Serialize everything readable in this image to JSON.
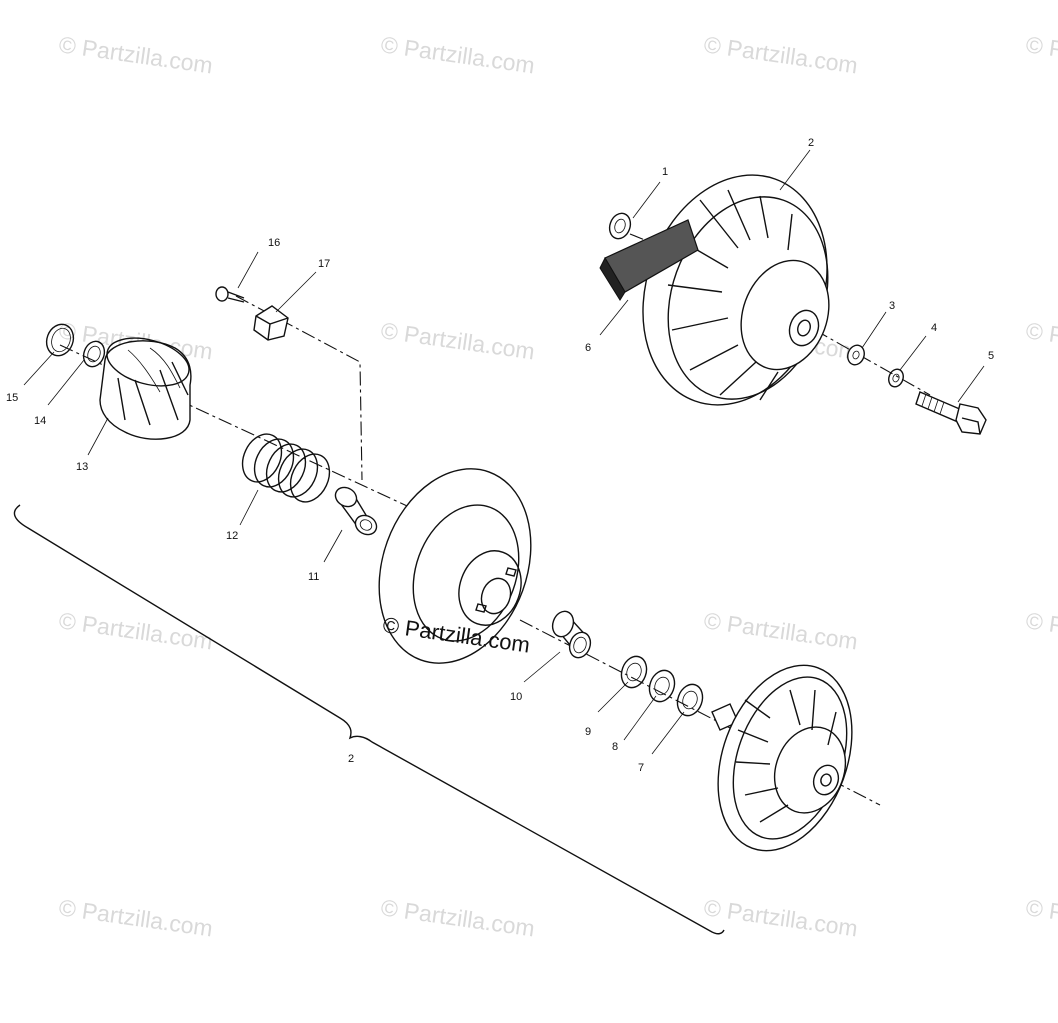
{
  "watermark": {
    "text": "© Partzilla.com"
  },
  "center_watermark": {
    "text": "© Partzilla.com"
  },
  "callouts": [
    {
      "id": "c1",
      "label": "1"
    },
    {
      "id": "c2-top",
      "label": "2"
    },
    {
      "id": "c3",
      "label": "3"
    },
    {
      "id": "c4",
      "label": "4"
    },
    {
      "id": "c5",
      "label": "5"
    },
    {
      "id": "c6",
      "label": "6"
    },
    {
      "id": "c7",
      "label": "7"
    },
    {
      "id": "c8",
      "label": "8"
    },
    {
      "id": "c9",
      "label": "9"
    },
    {
      "id": "c10",
      "label": "10"
    },
    {
      "id": "c11",
      "label": "11"
    },
    {
      "id": "c12",
      "label": "12"
    },
    {
      "id": "c13",
      "label": "13"
    },
    {
      "id": "c14",
      "label": "14"
    },
    {
      "id": "c15",
      "label": "15"
    },
    {
      "id": "c16",
      "label": "16"
    },
    {
      "id": "c17",
      "label": "17"
    },
    {
      "id": "c2-bracket",
      "label": "2"
    }
  ],
  "colors": {
    "ink": "#111111",
    "watermark": "#d9d9d9",
    "background": "#ffffff"
  }
}
